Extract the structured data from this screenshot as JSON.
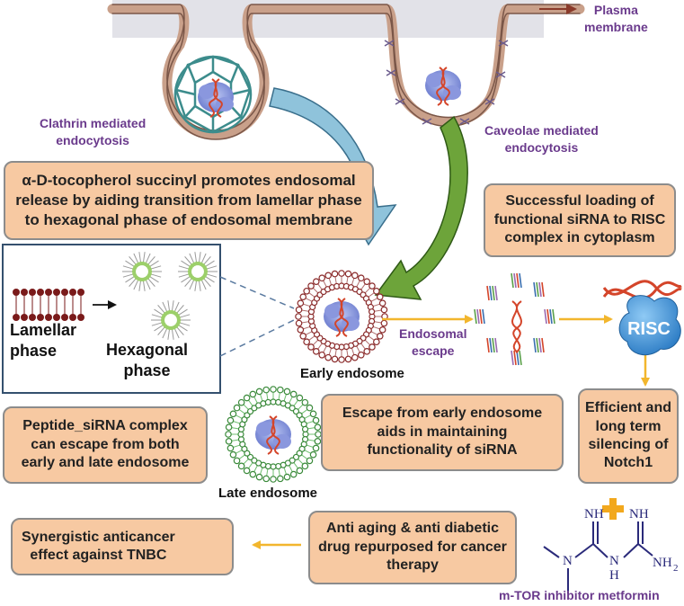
{
  "labels": {
    "plasma_membrane": [
      "Plasma",
      "membrane"
    ],
    "clathrin": [
      "Clathrin mediated",
      "endocytosis"
    ],
    "caveolae": [
      "Caveolae mediated",
      "endocytosis"
    ],
    "lamellar": [
      "Lamellar",
      "phase"
    ],
    "hexagonal": [
      "Hexagonal",
      "phase"
    ],
    "early_endosome": "Early endosome",
    "late_endosome": "Late endosome",
    "endosomal_escape": [
      "Endosomal",
      "escape"
    ],
    "risc": "RISC",
    "metformin": "m-TOR inhibitor metformin"
  },
  "boxes": {
    "tocopherol": [
      "α-D-tocopherol succinyl  promotes endosomal",
      "release by aiding transition from lamellar phase",
      "to hexagonal phase of endosomal membrane"
    ],
    "loading": [
      "Successful  loading of",
      "functional siRNA to RISC",
      "complex in cytoplasm"
    ],
    "peptide": [
      "Peptide_siRNA complex",
      "can escape from both",
      "early and late endosome"
    ],
    "escape": [
      "Escape from early endosome",
      "aids in maintaining",
      "functionality of siRNA"
    ],
    "silencing": [
      "Efficient and",
      "long term",
      "silencing of",
      "Notch1"
    ],
    "antiaging": [
      "Anti aging & anti diabetic",
      "drug repurposed for cancer",
      "therapy"
    ],
    "synergistic": [
      "Synergistic anticancer",
      "effect  against TNBC"
    ]
  },
  "metformin_structure": {
    "nh_top_left": "NH",
    "nh_top_right": "NH",
    "n_left": "N",
    "nh_mid": "N",
    "h_mid": "H",
    "nh2": "NH",
    "sub2": "2"
  },
  "colors": {
    "box_fill": "#f7c9a2",
    "text_purple": "#6a3a8c",
    "arrow_orange": "#f2b62d",
    "membrane_brown": "#c9a08a",
    "clathrin_teal": "#3c8c8c",
    "risc_blue": "#3a8fd6",
    "plus_orange": "#f2a81d",
    "dna_red": "#d4452a"
  }
}
